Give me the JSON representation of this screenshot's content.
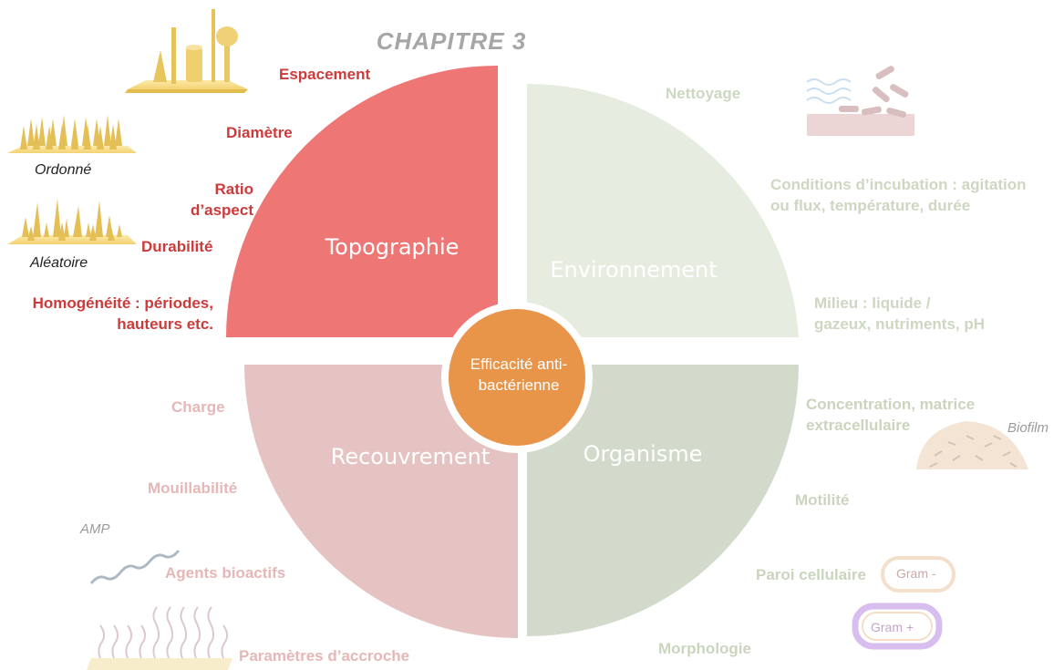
{
  "title": "CHAPITRE 3",
  "center": "Efficacité anti-bactérienne",
  "quadrants": {
    "topographie": "Topographie",
    "environnement": "Environnement",
    "recouvrement": "Recouvrement",
    "organisme": "Organisme"
  },
  "topographie_items": {
    "espacement": "Espacement",
    "diametre": "Diamètre",
    "ratio": "Ratio\nd’aspect",
    "durabilite": "Durabilité",
    "homogeneite": "Homogénéité : périodes,\nhauteurs etc."
  },
  "topographie_captions": {
    "ordonne": "Ordonné",
    "aleatoire": "Aléatoire"
  },
  "environnement_items": {
    "nettoyage": "Nettoyage",
    "incubation": "Conditions d’incubation : agitation\nou flux, température, durée",
    "milieu": "Milieu : liquide /\ngazeux, nutriments, pH"
  },
  "recouvrement_items": {
    "charge": "Charge",
    "mouillabilite": "Mouillabilité",
    "agents": "Agents bioactifs",
    "accroche": "Paramètres d’accroche"
  },
  "recouvrement_captions": {
    "amp": "AMP"
  },
  "organisme_items": {
    "concentration": "Concentration, matrice\nextracellulaire",
    "motilite": "Motilité",
    "paroi": "Paroi cellulaire",
    "morphologie": "Morphologie"
  },
  "organisme_captions": {
    "biofilm": "Biofilm",
    "gram_neg": "Gram -",
    "gram_pos": "Gram +"
  },
  "colors": {
    "topographie": "#ee7674",
    "environnement": "#e4eadd",
    "recouvrement": "#e5c3c3",
    "organisme": "#d2dacb",
    "center": "#e8954a",
    "accent_red": "#cc3b3b"
  }
}
